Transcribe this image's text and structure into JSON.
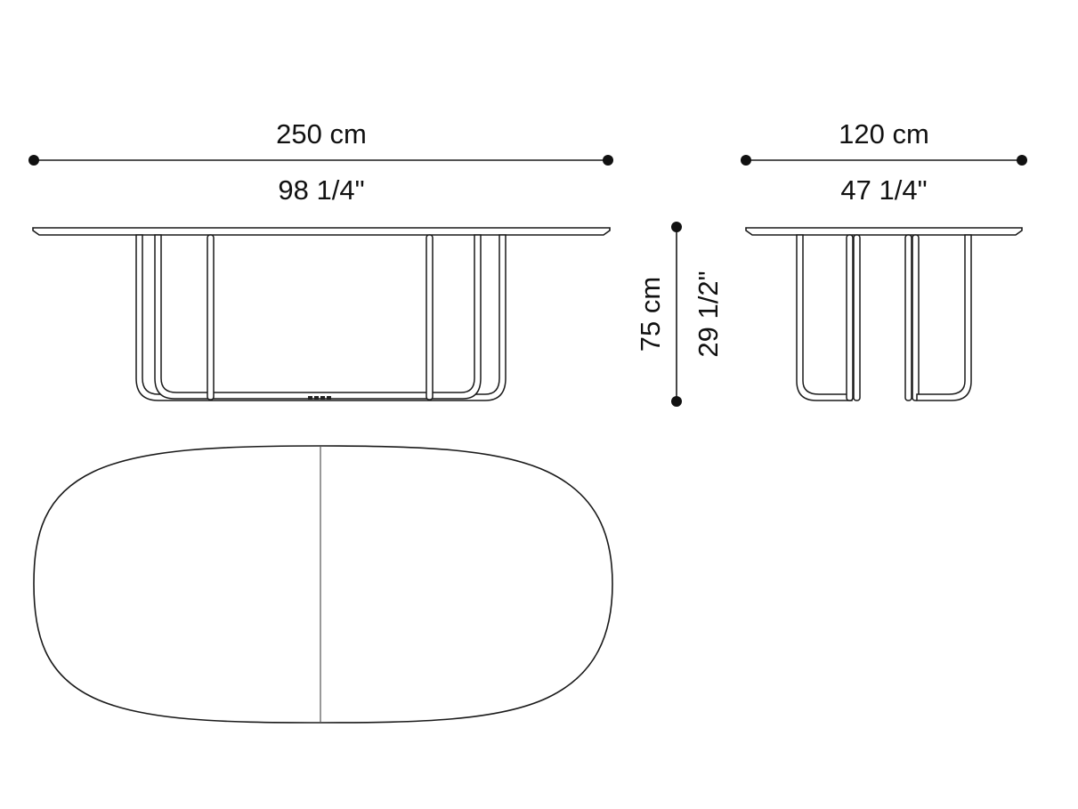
{
  "dimensions": {
    "length_metric": "250 cm",
    "length_imperial": "98 1/4\"",
    "width_metric": "120 cm",
    "width_imperial": "47 1/4\"",
    "height_metric": "75 cm",
    "height_imperial": "29 1/2\""
  },
  "views": [
    "front-elevation",
    "side-elevation",
    "top-plan"
  ],
  "line_color": "#1a1a1a"
}
